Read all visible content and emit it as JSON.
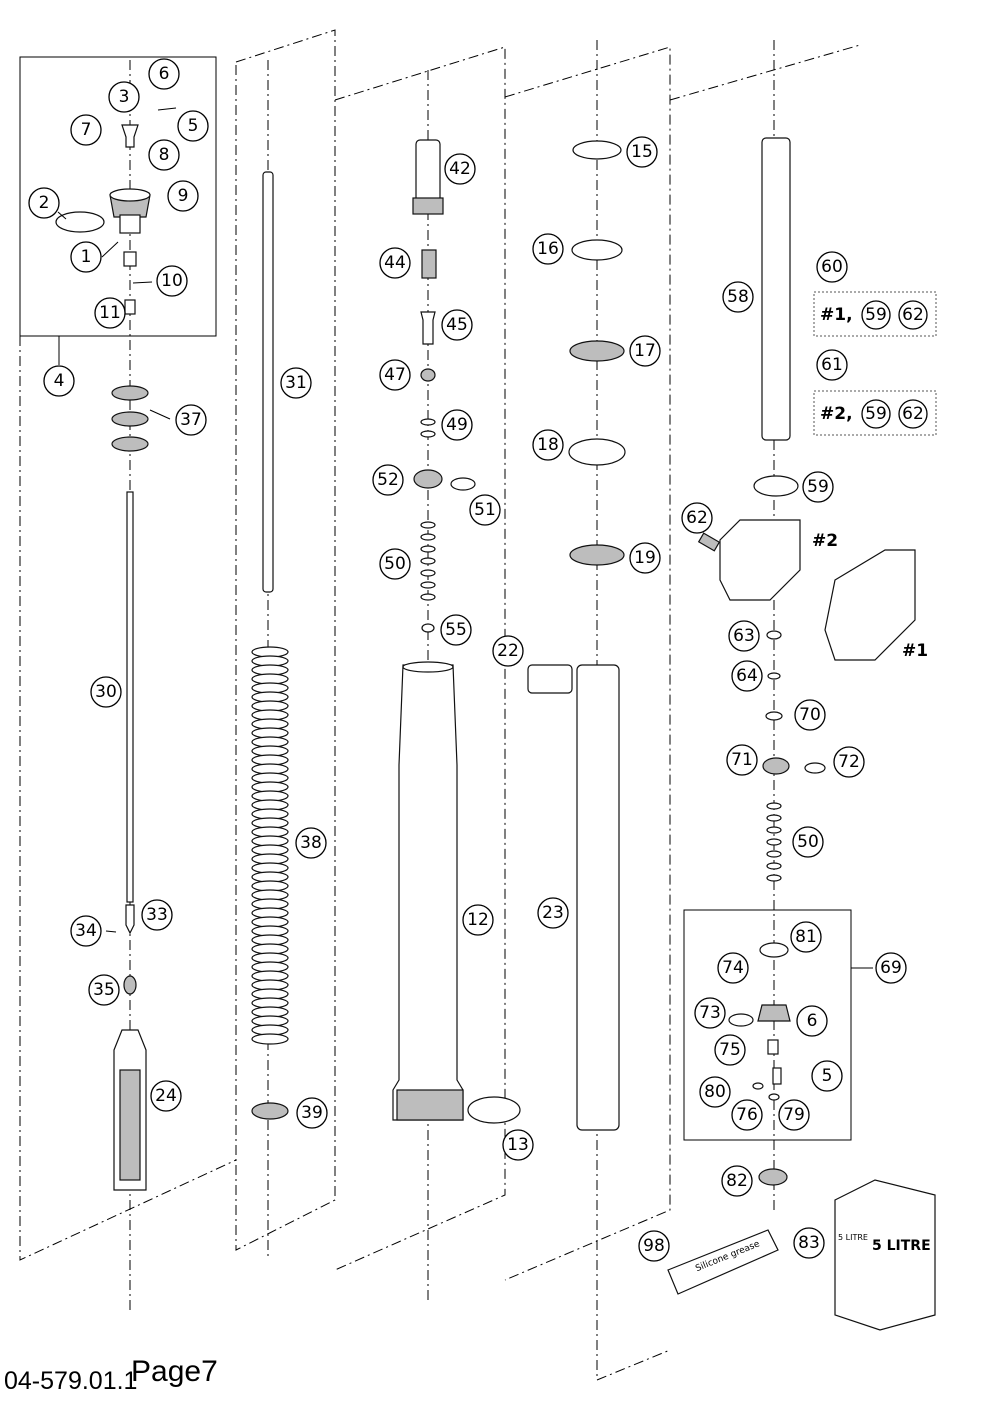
{
  "callouts": [
    "1",
    "2",
    "3",
    "4",
    "5",
    "6",
    "7",
    "8",
    "9",
    "10",
    "11",
    "12",
    "13",
    "15",
    "16",
    "17",
    "18",
    "19",
    "22",
    "23",
    "24",
    "30",
    "31",
    "33",
    "34",
    "35",
    "37",
    "38",
    "39",
    "42",
    "44",
    "45",
    "47",
    "49",
    "50",
    "51",
    "52",
    "55",
    "58",
    "59",
    "60",
    "61",
    "62",
    "63",
    "64",
    "69",
    "70",
    "71",
    "72",
    "73",
    "74",
    "75",
    "76",
    "79",
    "80",
    "81",
    "82",
    "83",
    "98"
  ],
  "kit_labels": {
    "kit1_prefix": "#1,",
    "kit2_prefix": "#2,",
    "kit_59": "59",
    "kit_62": "62",
    "mark1": "#1",
    "mark2": "#2"
  },
  "tube_text": {
    "grease": "Silicone grease",
    "oil_front": "5 LITRE",
    "oil_side": "5 LITRE"
  },
  "footer": {
    "code": "04-579.01.1",
    "page": "Page7"
  }
}
